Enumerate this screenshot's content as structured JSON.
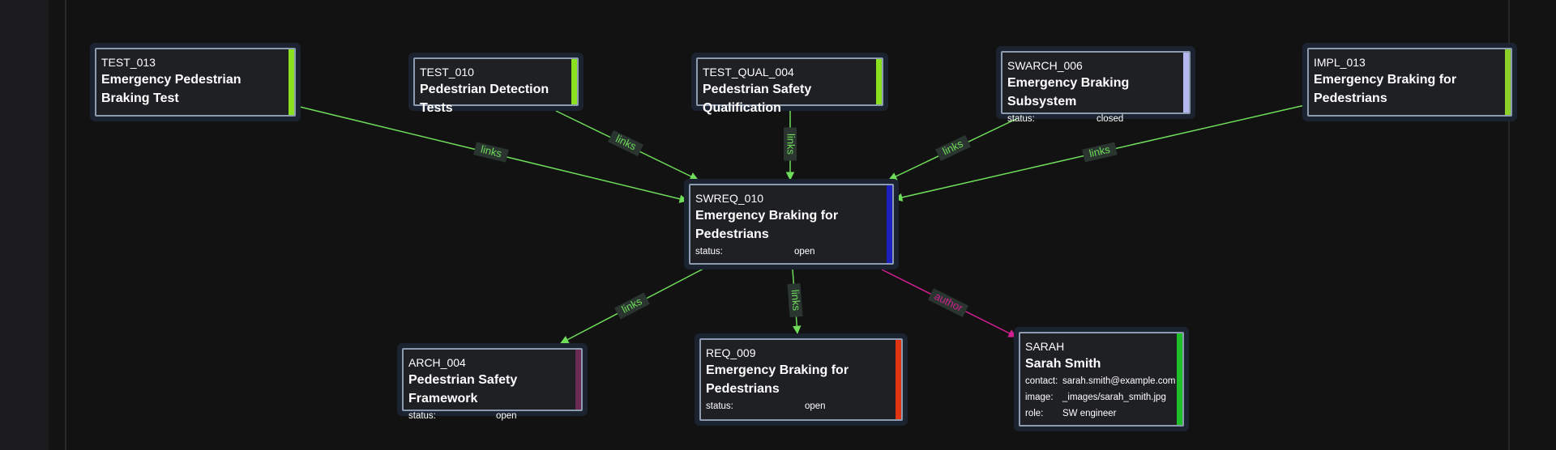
{
  "nodes": {
    "test013": {
      "id": "TEST_013",
      "title": "Emergency Pedestrian Braking Test",
      "color": "#8be11f"
    },
    "test010": {
      "id": "TEST_010",
      "title": "Pedestrian Detection Tests",
      "color": "#8be11f"
    },
    "testqual004": {
      "id": "TEST_QUAL_004",
      "title": "Pedestrian Safety Qualification",
      "color": "#8be11f"
    },
    "swarch006": {
      "id": "SWARCH_006",
      "title": "Emergency Braking Subsystem",
      "color": "#b5b8f0",
      "fields": [
        {
          "key": "status:",
          "value": "closed"
        }
      ]
    },
    "impl013": {
      "id": "IMPL_013",
      "title": "Emergency Braking for Pedestrians",
      "color": "#8bd12a"
    },
    "swreq010": {
      "id": "SWREQ_010",
      "title": "Emergency Braking for Pedestrians",
      "color": "#1d1fbf",
      "fields": [
        {
          "key": "status:",
          "value": "open"
        }
      ]
    },
    "arch004": {
      "id": "ARCH_004",
      "title": "Pedestrian Safety Framework",
      "color": "#6b2a52",
      "fields": [
        {
          "key": "status:",
          "value": "open"
        }
      ]
    },
    "req009": {
      "id": "REQ_009",
      "title": "Emergency Braking for Pedestrians",
      "color": "#e03510",
      "fields": [
        {
          "key": "status:",
          "value": "open"
        }
      ]
    },
    "sarah": {
      "id": "SARAH",
      "title": "Sarah Smith",
      "color": "#1fbf2a",
      "fields": [
        {
          "key": "contact:",
          "value": "sarah.smith@example.com"
        },
        {
          "key": "image:",
          "value": "_images/sarah_smith.jpg"
        },
        {
          "key": "role:",
          "value": "SW engineer"
        }
      ]
    }
  },
  "edges": [
    {
      "from": "test013",
      "to": "swreq010",
      "label": "links",
      "color": "#6fdc5a"
    },
    {
      "from": "test010",
      "to": "swreq010",
      "label": "links",
      "color": "#6fdc5a"
    },
    {
      "from": "testqual004",
      "to": "swreq010",
      "label": "links",
      "color": "#6fdc5a"
    },
    {
      "from": "swarch006",
      "to": "swreq010",
      "label": "links",
      "color": "#6fdc5a"
    },
    {
      "from": "impl013",
      "to": "swreq010",
      "label": "links",
      "color": "#6fdc5a"
    },
    {
      "from": "swreq010",
      "to": "arch004",
      "label": "links",
      "color": "#6fdc5a"
    },
    {
      "from": "swreq010",
      "to": "req009",
      "label": "links",
      "color": "#6fdc5a"
    },
    {
      "from": "swreq010",
      "to": "sarah",
      "label": "author",
      "color": "#d0208f"
    }
  ]
}
